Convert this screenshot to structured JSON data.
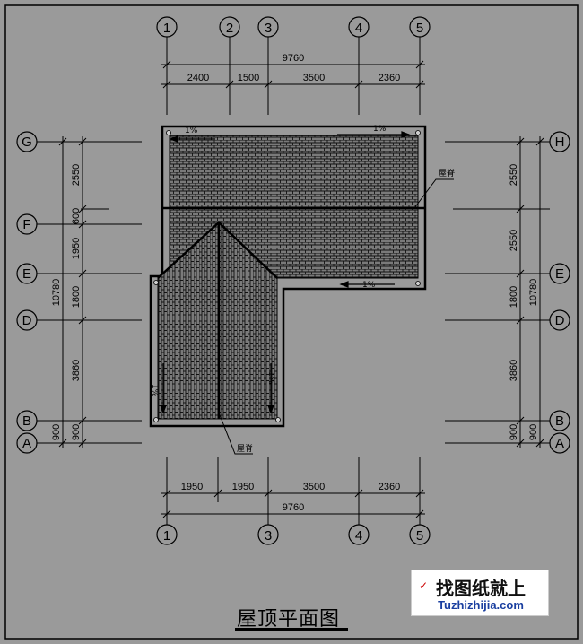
{
  "drawing": {
    "title": "屋顶平面图",
    "axes_top": [
      "1",
      "2",
      "3",
      "4",
      "5"
    ],
    "axes_bottom": [
      "1",
      "3",
      "4",
      "5"
    ],
    "axes_left": [
      "G",
      "F",
      "E",
      "D",
      "B",
      "A"
    ],
    "axes_right": [
      "H",
      "E",
      "D",
      "B",
      "A"
    ],
    "dims_top_total": "9760",
    "dims_top": [
      "2400",
      "1500",
      "3500",
      "2360"
    ],
    "dims_bottom_total": "9760",
    "dims_bottom": [
      "1950",
      "1950",
      "3500",
      "2360"
    ],
    "dims_left_total": "10780",
    "dims_left": [
      "2550",
      "600",
      "1950",
      "1800",
      "3860",
      "900",
      "900"
    ],
    "dims_right_total": "10780",
    "dims_right": [
      "2550",
      "2550",
      "1800",
      "3860",
      "900",
      "900"
    ],
    "slope_labels": [
      "1%",
      "1%",
      "1%",
      "1%",
      "1%"
    ],
    "ridge_label": "屋脊",
    "ridge_label_2": "屋脊"
  },
  "watermark": {
    "cn": "找图纸就上",
    "en": "Tuzhizhijia.com"
  }
}
